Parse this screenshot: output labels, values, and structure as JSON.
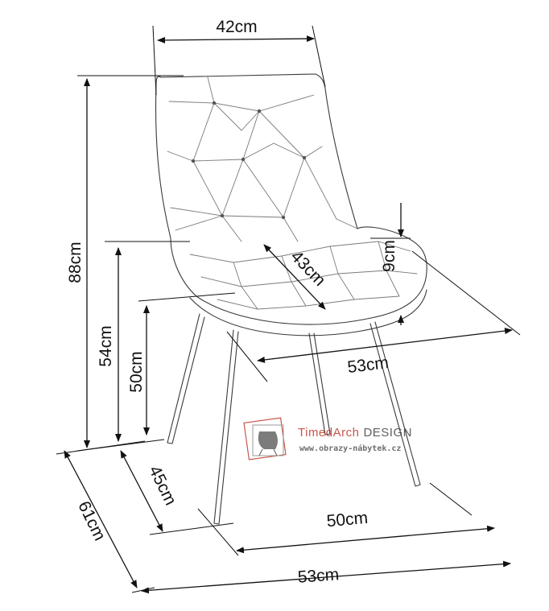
{
  "dimensions": {
    "backrest_width": "42cm",
    "total_height": "88cm",
    "armrest_height": "54cm",
    "seat_height": "50cm",
    "seat_depth": "43cm",
    "seat_cushion_thickness": "9cm",
    "seat_width": "53cm",
    "leg_depth": "45cm",
    "footprint_depth": "61cm",
    "leg_width": "50cm",
    "footprint_width": "53cm"
  },
  "watermark": {
    "brand_part1": "TimedArch",
    "brand_part2": "DESIGN",
    "url": "www.obrazy-nábytek.cz",
    "accent_color": "#c0392b"
  }
}
